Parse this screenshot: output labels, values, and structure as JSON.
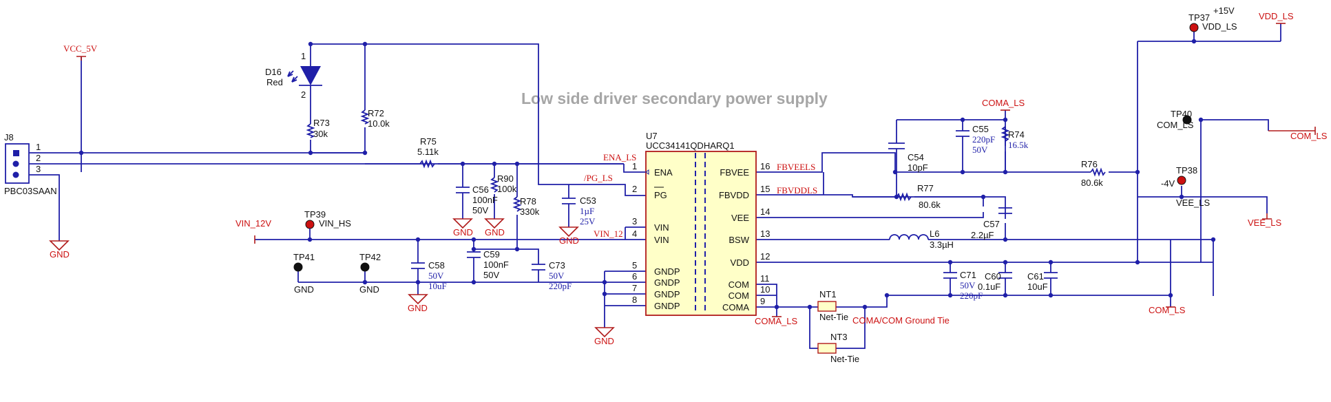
{
  "title": "Low side driver secondary power supply",
  "ic": {
    "ref": "U7",
    "part": "UCC34141QDHARQ1",
    "left_pins": [
      {
        "num": "1",
        "name": "ENA"
      },
      {
        "num": "2",
        "name": "PG"
      },
      {
        "num": "3",
        "name": "VIN"
      },
      {
        "num": "4",
        "name": "VIN"
      },
      {
        "num": "5",
        "name": "GNDP"
      },
      {
        "num": "6",
        "name": "GNDP"
      },
      {
        "num": "7",
        "name": "GNDP"
      },
      {
        "num": "8",
        "name": "GNDP"
      }
    ],
    "right_pins": [
      {
        "num": "16",
        "name": "FBVEE"
      },
      {
        "num": "15",
        "name": "FBVDD"
      },
      {
        "num": "14",
        "name": "VEE"
      },
      {
        "num": "13",
        "name": "BSW"
      },
      {
        "num": "12",
        "name": "VDD"
      },
      {
        "num": "11",
        "name": "COM"
      },
      {
        "num": "10",
        "name": "COM"
      },
      {
        "num": "9",
        "name": "COMA"
      }
    ]
  },
  "net_labels": {
    "ena_ls": "ENA_LS",
    "pg_ls": "/PG_LS",
    "vin_12": "VIN_12",
    "fbveels": "FBVEELS",
    "fbvddls": "FBVDDLS"
  },
  "power": {
    "vcc_5v": "VCC_5V",
    "vin_12v": "VIN_12V",
    "vdd_ls": "VDD_LS",
    "coma_ls_top": "COMA_LS",
    "com_ls_right": "COM_LS",
    "vee_ls_right": "VEE_LS",
    "com_ls_bottom": "COM_LS",
    "coma_ls_bottom": "COMA_LS",
    "plus15v": "+15V",
    "minus4v": "-4V"
  },
  "gnd": "GND",
  "connector": {
    "ref": "J8",
    "part": "PBC03SAAN",
    "pins": [
      "1",
      "2",
      "3"
    ]
  },
  "led": {
    "ref": "D16",
    "value": "Red",
    "pin1": "1",
    "pin2": "2"
  },
  "resistors": {
    "r73": {
      "ref": "R73",
      "value": "30k"
    },
    "r72": {
      "ref": "R72",
      "value": "10.0k"
    },
    "r75": {
      "ref": "R75",
      "value": "5.11k"
    },
    "r90": {
      "ref": "R90",
      "value": "100k"
    },
    "r78": {
      "ref": "R78",
      "value": "330k"
    },
    "r74": {
      "ref": "R74",
      "value": "16.5k"
    },
    "r76": {
      "ref": "R76",
      "value": "80.6k"
    },
    "r77": {
      "ref": "R77",
      "value": "80.6k"
    }
  },
  "capacitors": {
    "c56": {
      "ref": "C56",
      "value": "100nF",
      "rating": "50V"
    },
    "c53": {
      "ref": "C53",
      "value": "1µF",
      "rating": "25V"
    },
    "c58": {
      "ref": "C58",
      "value": "10uF",
      "rating": "50V"
    },
    "c59": {
      "ref": "C59",
      "value": "100nF",
      "rating": "50V"
    },
    "c73": {
      "ref": "C73",
      "value": "220pF",
      "rating": "50V"
    },
    "c54": {
      "ref": "C54",
      "value": "10pF"
    },
    "c55": {
      "ref": "C55",
      "value": "220pF",
      "rating": "50V"
    },
    "c57": {
      "ref": "C57",
      "value": "2.2µF"
    },
    "c71": {
      "ref": "C71",
      "value": "220pF",
      "rating": "50V"
    },
    "c60": {
      "ref": "C60",
      "value": "0.1uF"
    },
    "c61": {
      "ref": "C61",
      "value": "10uF"
    }
  },
  "inductor": {
    "ref": "L6",
    "value": "3.3µH"
  },
  "testpoints": {
    "tp39": {
      "ref": "TP39",
      "net": "VIN_HS"
    },
    "tp41": {
      "ref": "TP41",
      "net": "GND"
    },
    "tp42": {
      "ref": "TP42",
      "net": "GND"
    },
    "tp37": {
      "ref": "TP37",
      "net": "VDD_LS"
    },
    "tp40": {
      "ref": "TP40",
      "net": "COM_LS"
    },
    "tp38": {
      "ref": "TP38",
      "net": "VEE_LS"
    }
  },
  "net_ties": {
    "nt1": {
      "ref": "NT1",
      "value": "Net-Tie"
    },
    "nt3": {
      "ref": "NT3",
      "value": "Net-Tie"
    },
    "note": "COMA/COM Ground Tie"
  },
  "colors": {
    "wire": "#1f1fa8",
    "power_label": "#cc1111",
    "ic_fill": "#ffffc8",
    "ic_border": "#b01a1a",
    "title": "#a6a6a6"
  }
}
